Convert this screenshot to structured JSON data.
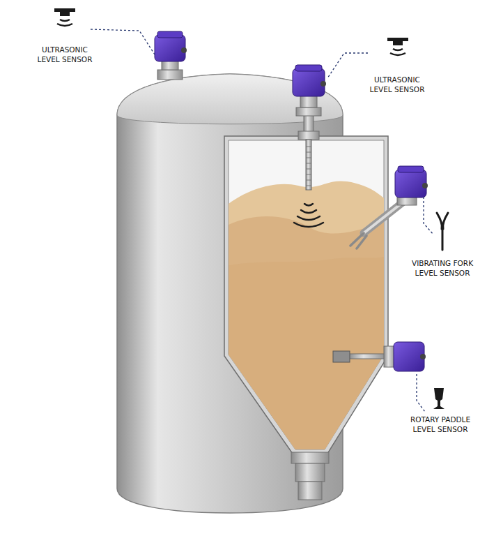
{
  "diagram": {
    "labels": [
      "ULTRASONIC LEVEL SENSOR",
      "ULTRASONIC LEVEL SENSOR",
      "VIBRATING FORK LEVEL SENSOR",
      "ROTARY PADDLE LEVEL SENSOR"
    ]
  }
}
